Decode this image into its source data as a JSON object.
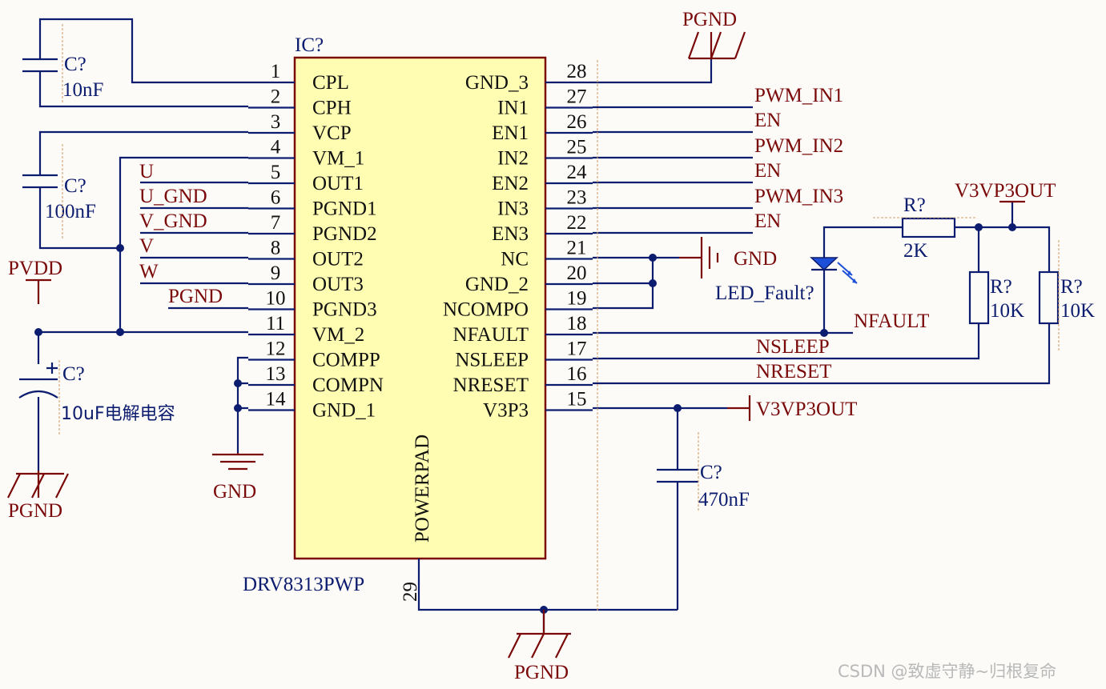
{
  "ic": {
    "designator": "IC?",
    "part": "DRV8313PWP",
    "pad_label": "POWERPAD",
    "pad_pin": "29",
    "left_pins": [
      {
        "num": "1",
        "name": "CPL"
      },
      {
        "num": "2",
        "name": "CPH"
      },
      {
        "num": "3",
        "name": "VCP"
      },
      {
        "num": "4",
        "name": "VM_1"
      },
      {
        "num": "5",
        "name": "OUT1"
      },
      {
        "num": "6",
        "name": "PGND1"
      },
      {
        "num": "7",
        "name": "PGND2"
      },
      {
        "num": "8",
        "name": "OUT2"
      },
      {
        "num": "9",
        "name": "OUT3"
      },
      {
        "num": "10",
        "name": "PGND3"
      },
      {
        "num": "11",
        "name": "VM_2"
      },
      {
        "num": "12",
        "name": "COMPP"
      },
      {
        "num": "13",
        "name": "COMPN"
      },
      {
        "num": "14",
        "name": "GND_1"
      }
    ],
    "right_pins": [
      {
        "num": "28",
        "name": "GND_3"
      },
      {
        "num": "27",
        "name": "IN1"
      },
      {
        "num": "26",
        "name": "EN1"
      },
      {
        "num": "25",
        "name": "IN2"
      },
      {
        "num": "24",
        "name": "EN2"
      },
      {
        "num": "23",
        "name": "IN3"
      },
      {
        "num": "22",
        "name": "EN3"
      },
      {
        "num": "21",
        "name": "NC"
      },
      {
        "num": "20",
        "name": "GND_2"
      },
      {
        "num": "19",
        "name": "NCOMPO"
      },
      {
        "num": "18",
        "name": "NFAULT"
      },
      {
        "num": "17",
        "name": "NSLEEP"
      },
      {
        "num": "16",
        "name": "NRESET"
      },
      {
        "num": "15",
        "name": "V3P3"
      }
    ]
  },
  "left_nets": {
    "u": "U",
    "u_gnd": "U_GND",
    "v_gnd": "V_GND",
    "v": "V",
    "w": "W",
    "pgnd": "PGND"
  },
  "right_nets": {
    "pwm1": "PWM_IN1",
    "en1": "EN",
    "pwm2": "PWM_IN2",
    "en2": "EN",
    "pwm3": "PWM_IN3",
    "en3": "EN",
    "nfault": "NFAULT",
    "nsleep": "NSLEEP",
    "nreset": "NRESET"
  },
  "caps": {
    "c1": {
      "ref": "C?",
      "value": "10nF"
    },
    "c2": {
      "ref": "C?",
      "value": "100nF"
    },
    "c3": {
      "ref": "C?",
      "value": "10uF电解电容"
    },
    "c4": {
      "ref": "C?",
      "value": "470nF"
    }
  },
  "resistors": {
    "r1": {
      "ref": "R?",
      "value": "2K"
    },
    "r2": {
      "ref": "R?",
      "value": "10K"
    },
    "r3": {
      "ref": "R?",
      "value": "10K"
    }
  },
  "led": {
    "ref": "LED_Fault?"
  },
  "power": {
    "pvdd": "PVDD",
    "pgnd_top": "PGND",
    "pgnd_left": "PGND",
    "pgnd_bottom": "PGND",
    "gnd_left": "GND",
    "gnd_right": "GND",
    "v3vp3out_top": "V3VP3OUT",
    "v3vp3out_port": "V3VP3OUT"
  },
  "watermark": "CSDN @致虚守静~归根复命",
  "colors": {
    "wire": "#0c1c6e",
    "power": "#7a0a0a",
    "ic_fill": "#fefdb1",
    "text": "#111111"
  }
}
